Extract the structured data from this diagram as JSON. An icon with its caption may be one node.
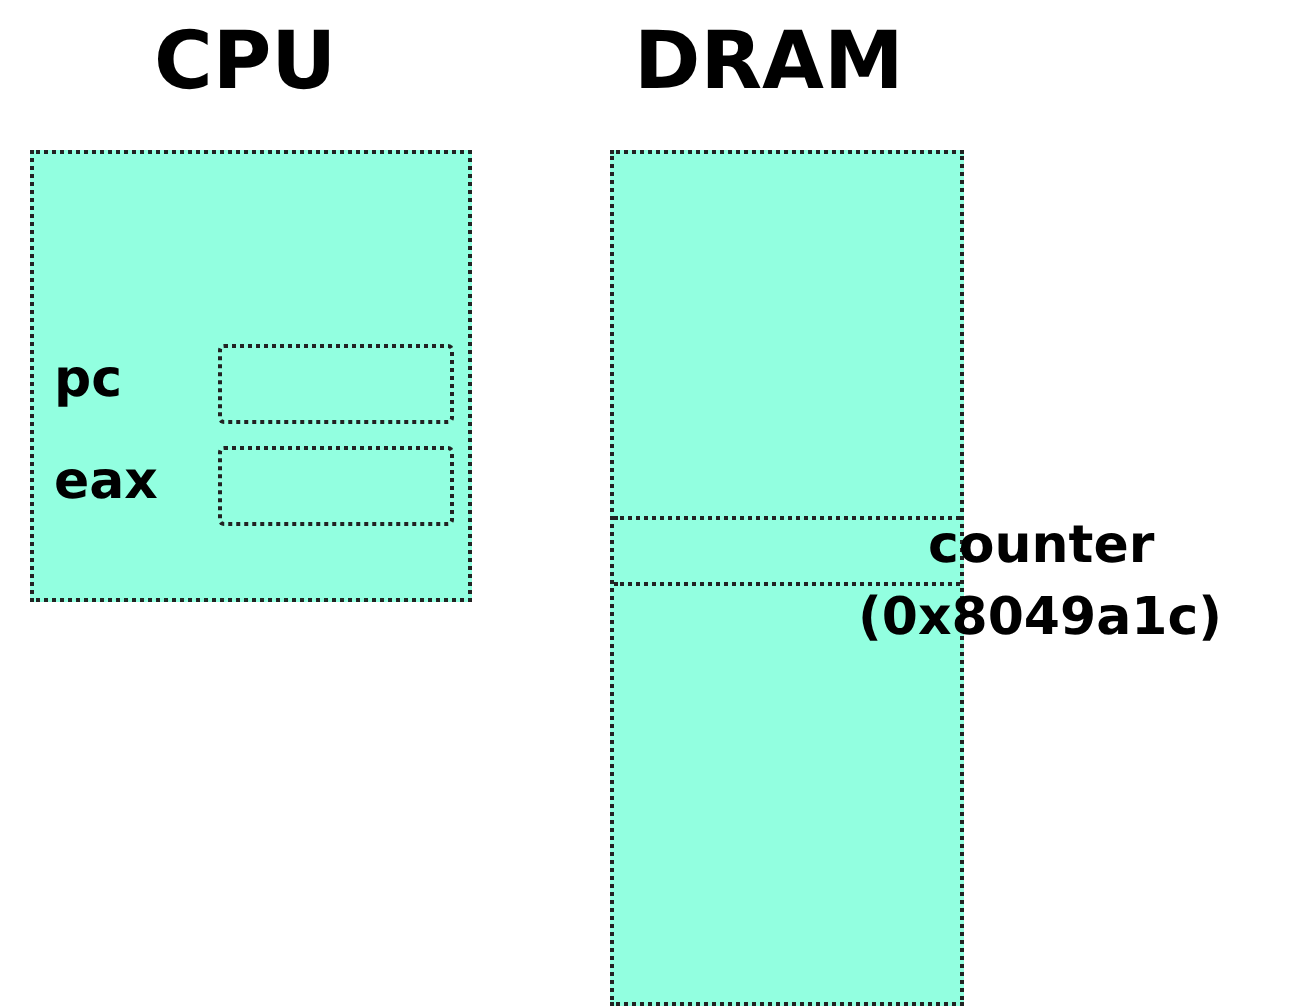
{
  "diagram": {
    "nodes": [
      {
        "text": [
          "CPU"
        ]
      },
      {
        "text": [
          "pc"
        ],
        "in": 0
      },
      {
        "text": [
          "eax"
        ],
        "in": 0
      },
      {
        "text": [
          "DRAM"
        ]
      },
      {
        "text": [
          "counter",
          "(0x8049a1c)"
        ]
      }
    ]
  }
}
